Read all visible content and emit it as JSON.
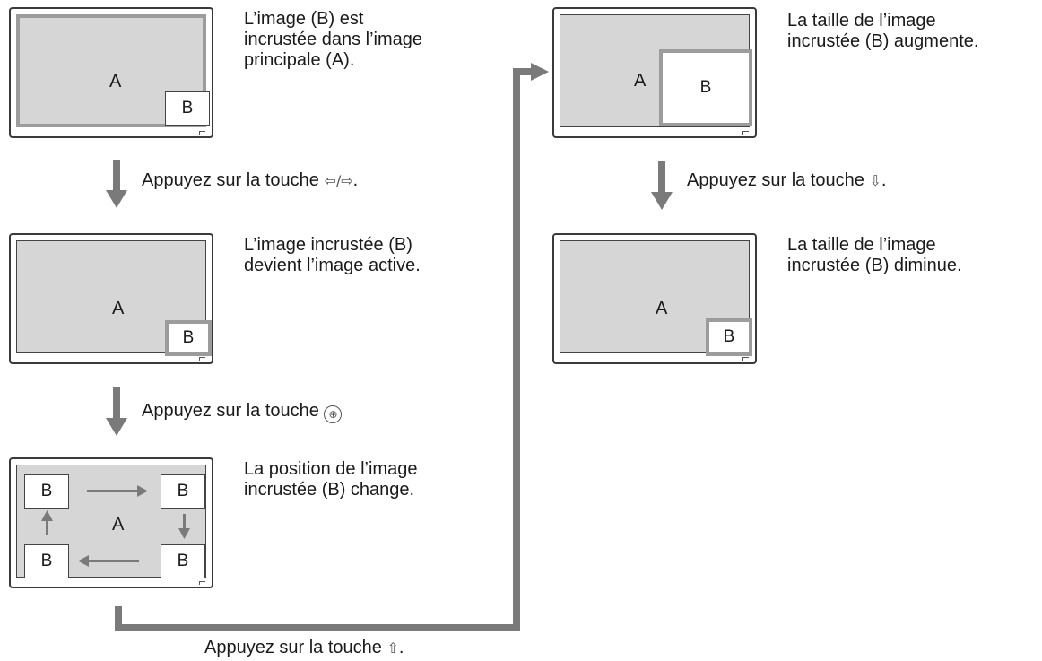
{
  "panels": [
    {
      "main_label": "A",
      "pip_label": "B",
      "description": [
        "L’image (B) est",
        "incrustée dans l’image",
        "principale (A)."
      ]
    },
    {
      "main_label": "A",
      "pip_label": "B",
      "description": [
        "L’image incrustée (B)",
        "devient l’image active."
      ]
    },
    {
      "main_label": "A",
      "pip_label": "B",
      "description": [
        "La position de l’image",
        "incrustée (B) change."
      ]
    },
    {
      "main_label": "A",
      "pip_label": "B",
      "description": [
        "La taille de l’image",
        "incrustée (B) augmente."
      ]
    },
    {
      "main_label": "A",
      "pip_label": "B",
      "description": [
        "La taille de l’image",
        "incrustée (B) diminue."
      ]
    }
  ],
  "steps": [
    {
      "text": "Appuyez sur la touche ",
      "key_symbol": "⇦/⇨",
      "suffix": "."
    },
    {
      "text": "Appuyez sur la touche ",
      "key_symbol": "⊕",
      "suffix": ""
    },
    {
      "text": "Appuyez sur la touche ",
      "key_symbol": "⇧",
      "suffix": "."
    },
    {
      "text": "Appuyez sur la touche ",
      "key_symbol": "⇩",
      "suffix": "."
    }
  ],
  "colors": {
    "arrow": "#7a7a7a",
    "screen_fill": "#d6d6d6",
    "active_border": "#9c9c9c"
  }
}
